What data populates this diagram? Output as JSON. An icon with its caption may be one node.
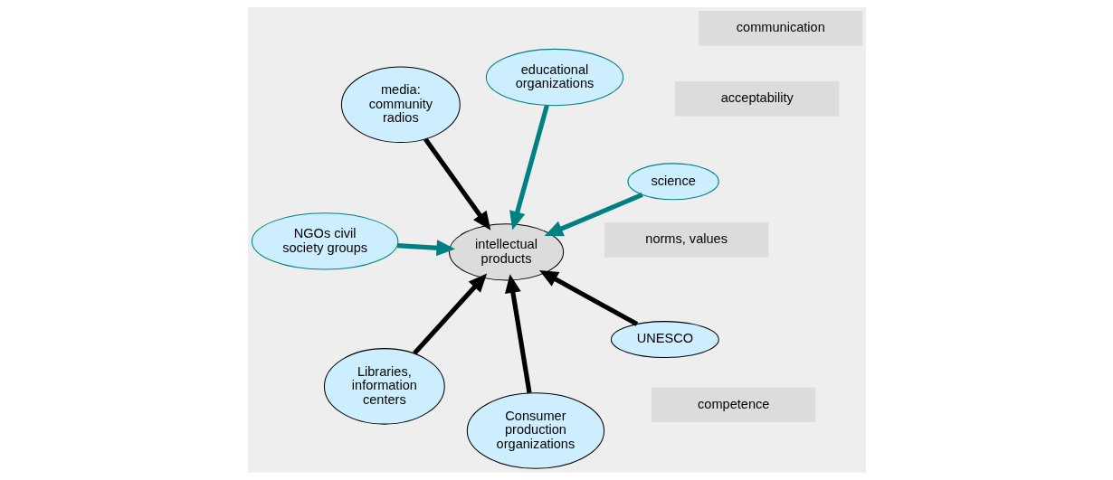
{
  "diagram": {
    "nodes": [
      {
        "text": [
          "NGOs civil society groups"
        ]
      },
      {
        "text": [
          "science"
        ]
      },
      {
        "text": [
          "norms, values"
        ]
      },
      {
        "text": [
          "competence"
        ]
      },
      {
        "text": [
          "Consumer production organizations"
        ]
      },
      {
        "text": [
          "educational organizations"
        ]
      },
      {
        "text": [
          "intellectual products"
        ]
      },
      {
        "text": [
          "acceptability"
        ]
      },
      {
        "text": [
          "media: community radios"
        ]
      },
      {
        "text": [
          "Libraries, information centers"
        ]
      },
      {
        "text": [
          "UNESCO"
        ]
      },
      {
        "text": [
          "communication"
        ]
      }
    ],
    "edges": [
      {
        "from": 0,
        "to": 6,
        "arrow": "to",
        "color": "#008080"
      },
      {
        "from": 1,
        "to": 6,
        "arrow": "to",
        "color": "#008080"
      },
      {
        "from": 4,
        "to": 6,
        "arrow": "to"
      },
      {
        "from": 5,
        "to": 6,
        "arrow": "to",
        "color": "#008080"
      },
      {
        "from": 8,
        "to": 6,
        "arrow": "to"
      },
      {
        "from": 9,
        "to": 6,
        "arrow": "to"
      },
      {
        "from": 10,
        "to": 6,
        "arrow": "to"
      }
    ]
  }
}
